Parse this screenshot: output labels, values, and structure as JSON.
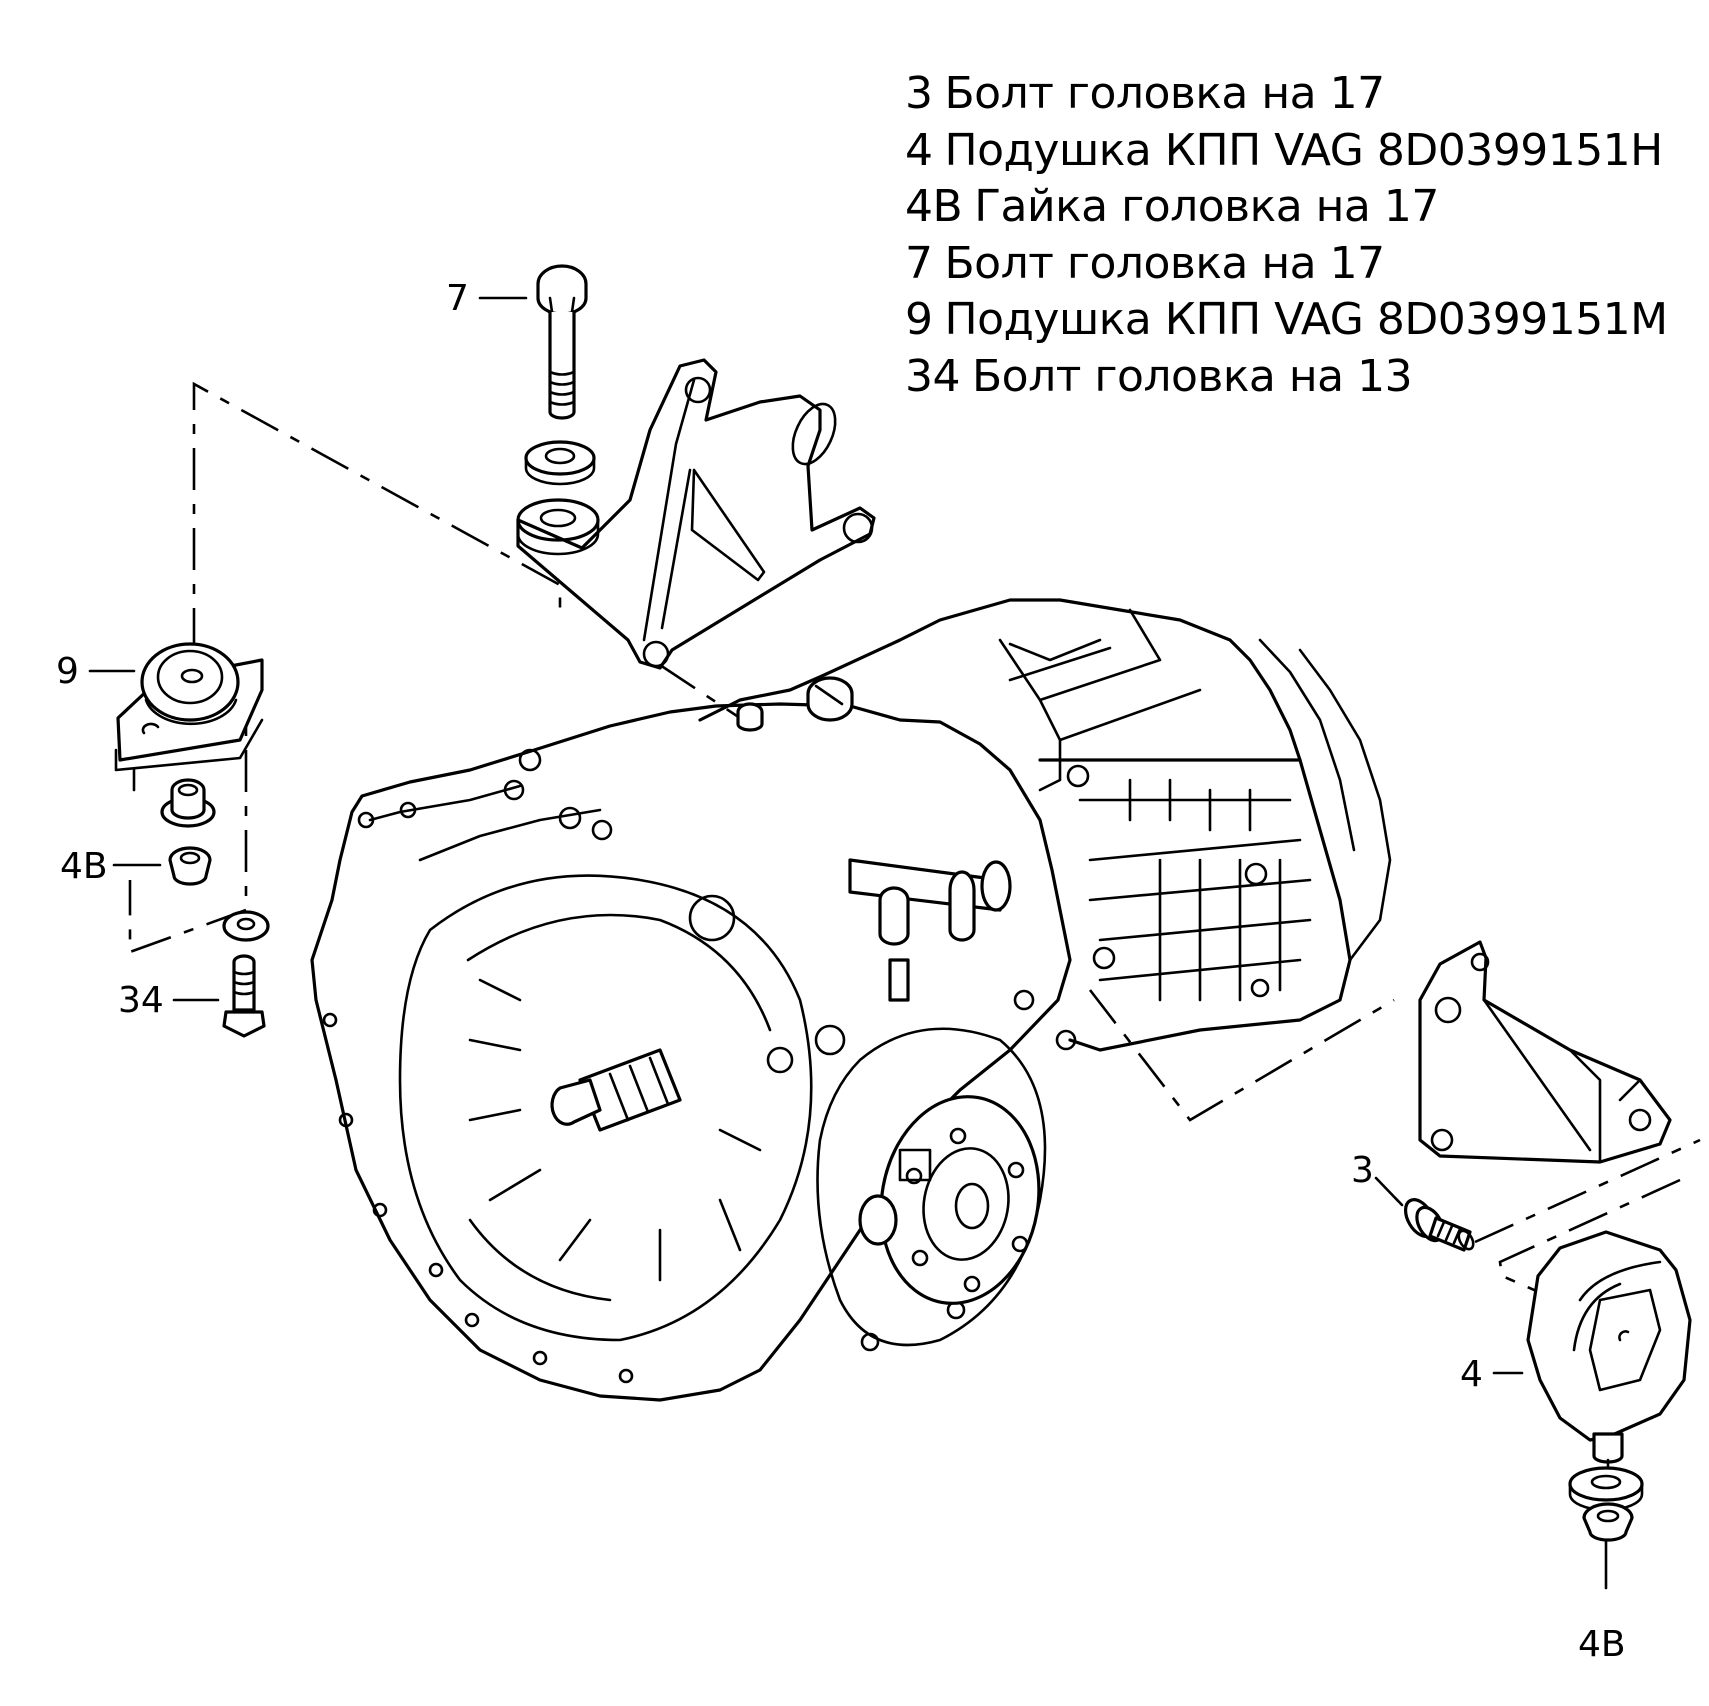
{
  "diagram": {
    "subject": "Gearbox (КПП) mounts exploded view",
    "legend": [
      {
        "num": "3",
        "text": "Болт головка на 17"
      },
      {
        "num": "4",
        "text": "Подушка КПП VAG 8D0399151H"
      },
      {
        "num": "4B",
        "text": "Гайка головка на 17"
      },
      {
        "num": "7",
        "text": "Болт головка на 17"
      },
      {
        "num": "9",
        "text": "Подушка КПП VAG 8D0399151M"
      },
      {
        "num": "34",
        "text": "Болт головка на 13"
      }
    ],
    "callouts": {
      "c7": "7",
      "c9": "9",
      "c4b_left": "4B",
      "c34": "34",
      "c3": "3",
      "c4": "4",
      "c4b_right": "4B"
    },
    "colors": {
      "line": "#000000",
      "background": "#ffffff"
    }
  }
}
